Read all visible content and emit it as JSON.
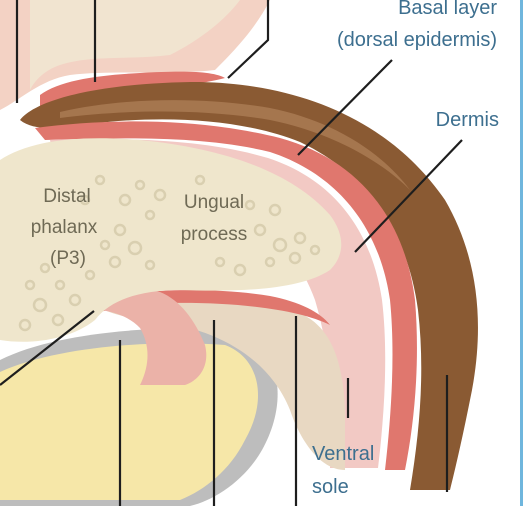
{
  "labels": {
    "basal_layer_line1": "Basal layer",
    "basal_layer_line2": "(dorsal epidermis)",
    "dermis": "Dermis",
    "distal_phalanx_line1": "Distal",
    "distal_phalanx_line2": "phalanx",
    "distal_phalanx_line3": "(P3)",
    "ungual_process_line1": "Ungual",
    "ungual_process_line2": "process",
    "ventral_sole_line1": "Ventral",
    "ventral_sole_line2": "sole"
  },
  "colors": {
    "claw_keratin": "#8a5a33",
    "claw_highlight": "#b0825a",
    "dermis_pink": "#f2c9c4",
    "epidermis_red": "#e0776e",
    "bone": "#efe6cc",
    "bone_pores": "#d9cfb0",
    "soft_tissue": "#e8d8c2",
    "digital_pad": "#f6e7a8",
    "pad_outline": "#a8a8a8",
    "frame_accent": "#6fb6dd",
    "label_text": "#3d6f8f"
  }
}
